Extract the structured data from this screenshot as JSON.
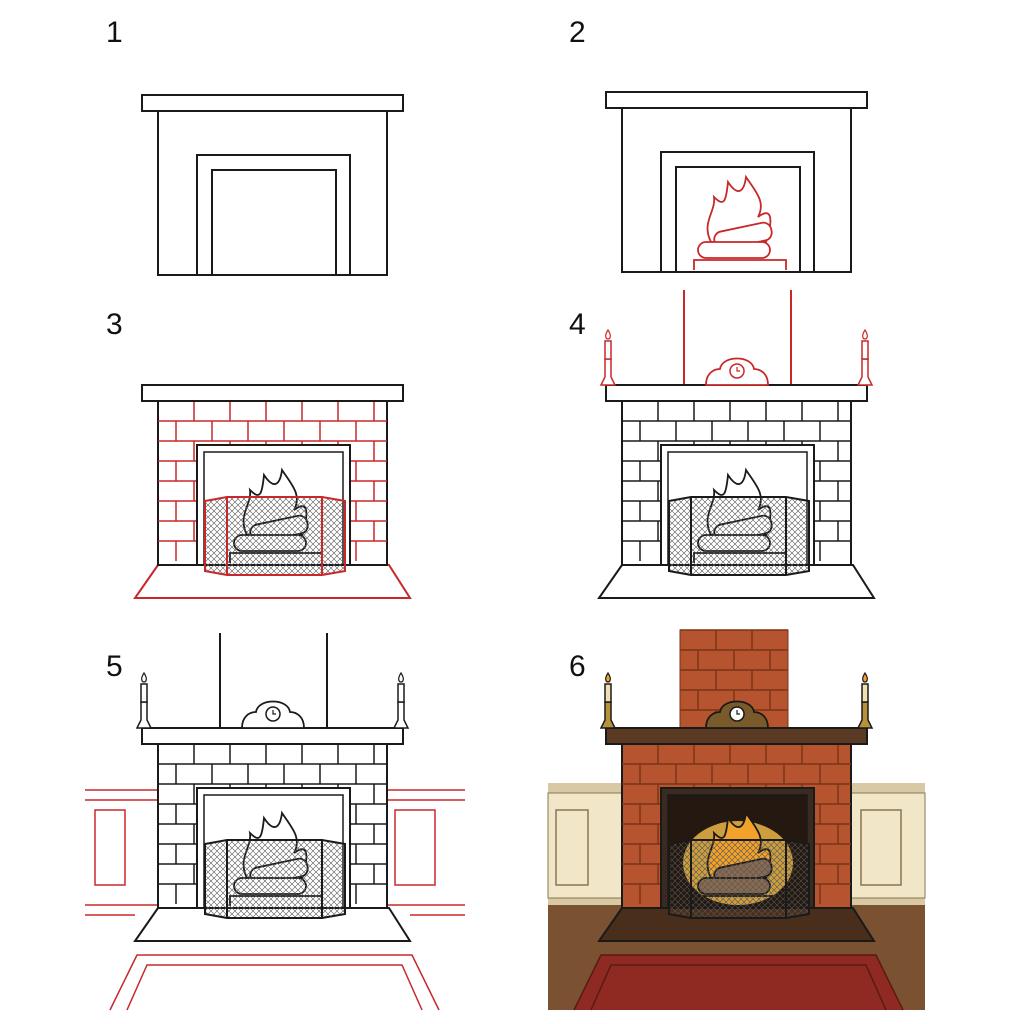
{
  "steps": [
    {
      "number": "1",
      "description_color": "#111111"
    },
    {
      "number": "2",
      "accent": "#c8282a"
    },
    {
      "number": "3",
      "accent": "#c8282a"
    },
    {
      "number": "4",
      "accent": "#c8282a"
    },
    {
      "number": "5",
      "accent": "#c8282a"
    },
    {
      "number": "6"
    }
  ],
  "colors": {
    "ink": "#1a1a1a",
    "guide_red": "#c8282a",
    "brick": "#b5542e",
    "mortar": "#7a3418",
    "mantel_wood": "#5a3a22",
    "wall_cream": "#f1e6c8",
    "floor": "#7a5232",
    "rug": "#8e2a22",
    "fire": "#f2a22a"
  }
}
